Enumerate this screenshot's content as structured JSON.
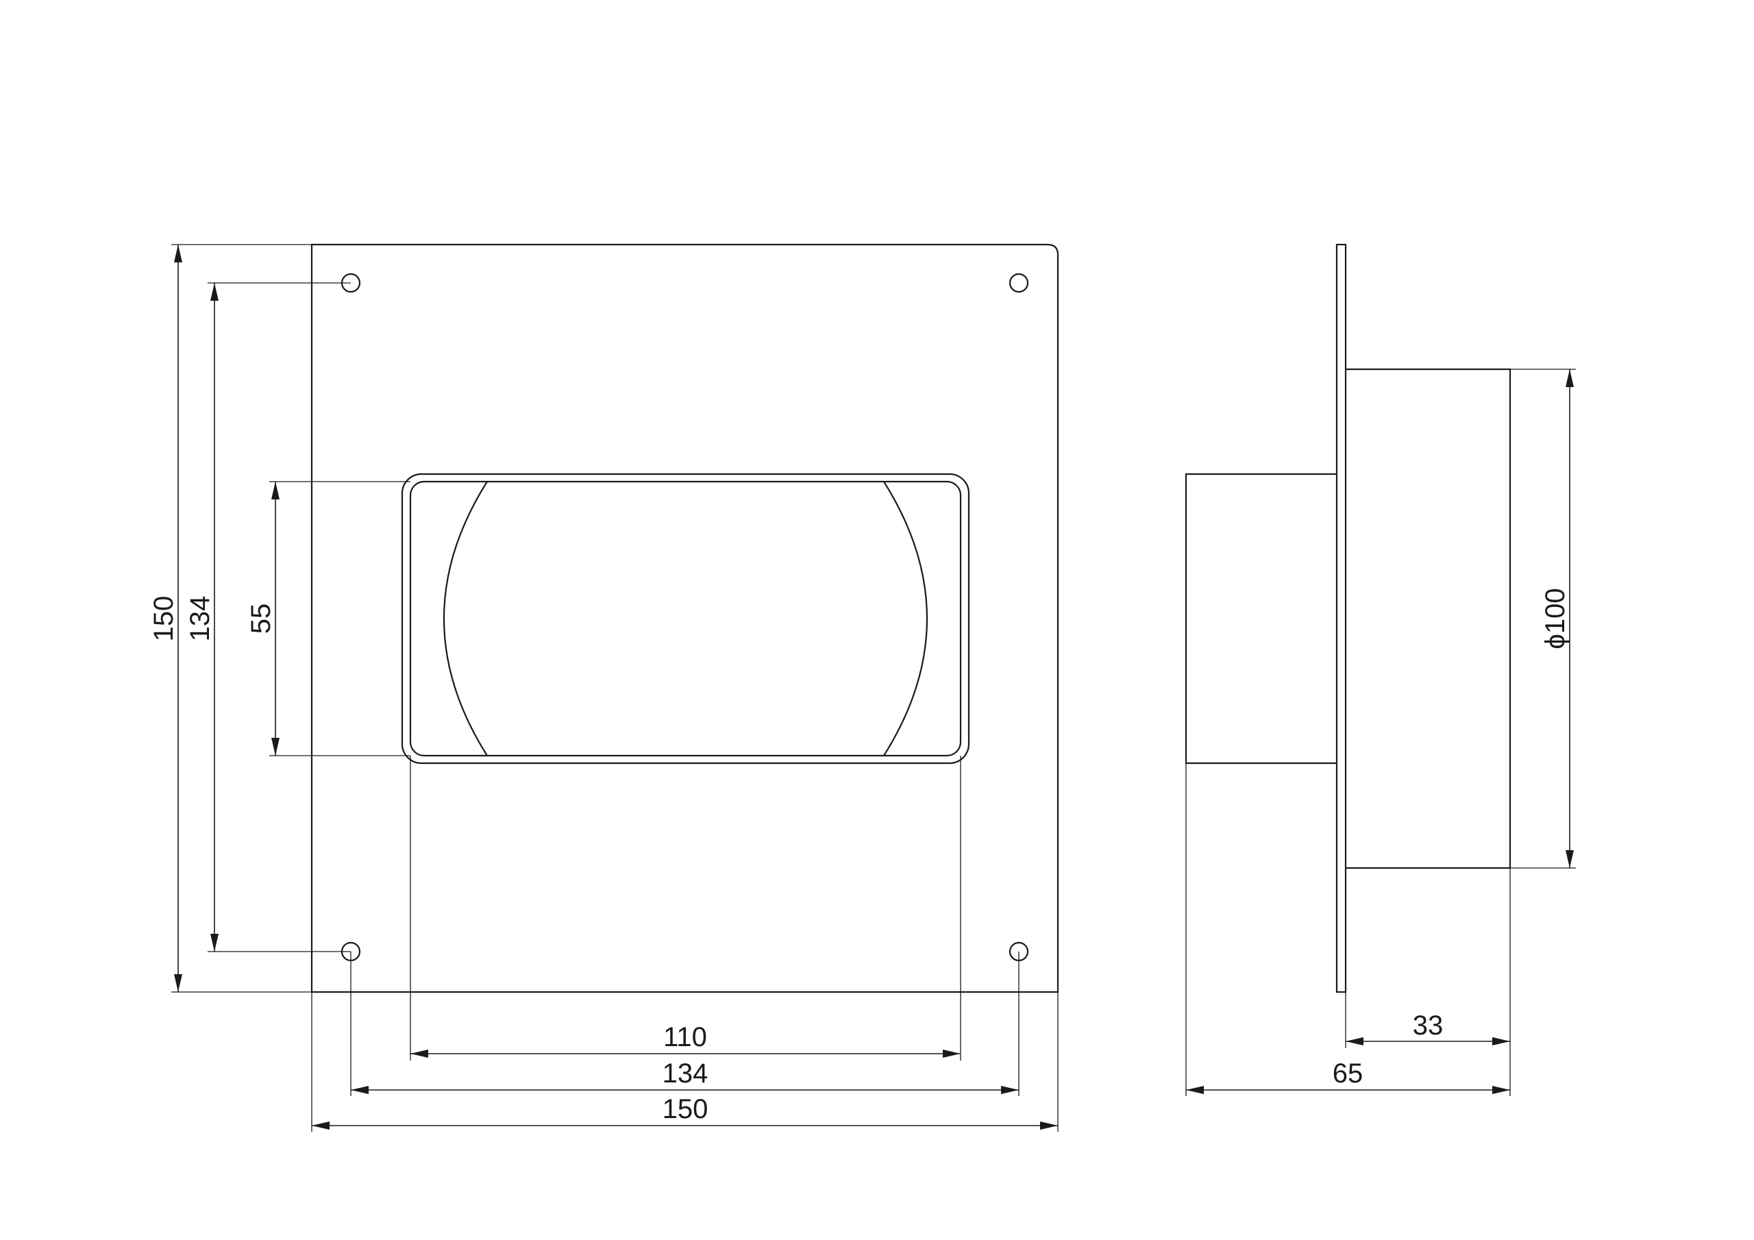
{
  "front_view": {
    "dimensions": {
      "overall_width": "150",
      "hole_spacing_width": "134",
      "opening_width": "110",
      "overall_height": "150",
      "hole_spacing_height": "134",
      "opening_height": "55"
    }
  },
  "side_view": {
    "dimensions": {
      "diameter": "ϕ100",
      "spigot_depth": "33",
      "overall_depth": "65"
    }
  }
}
